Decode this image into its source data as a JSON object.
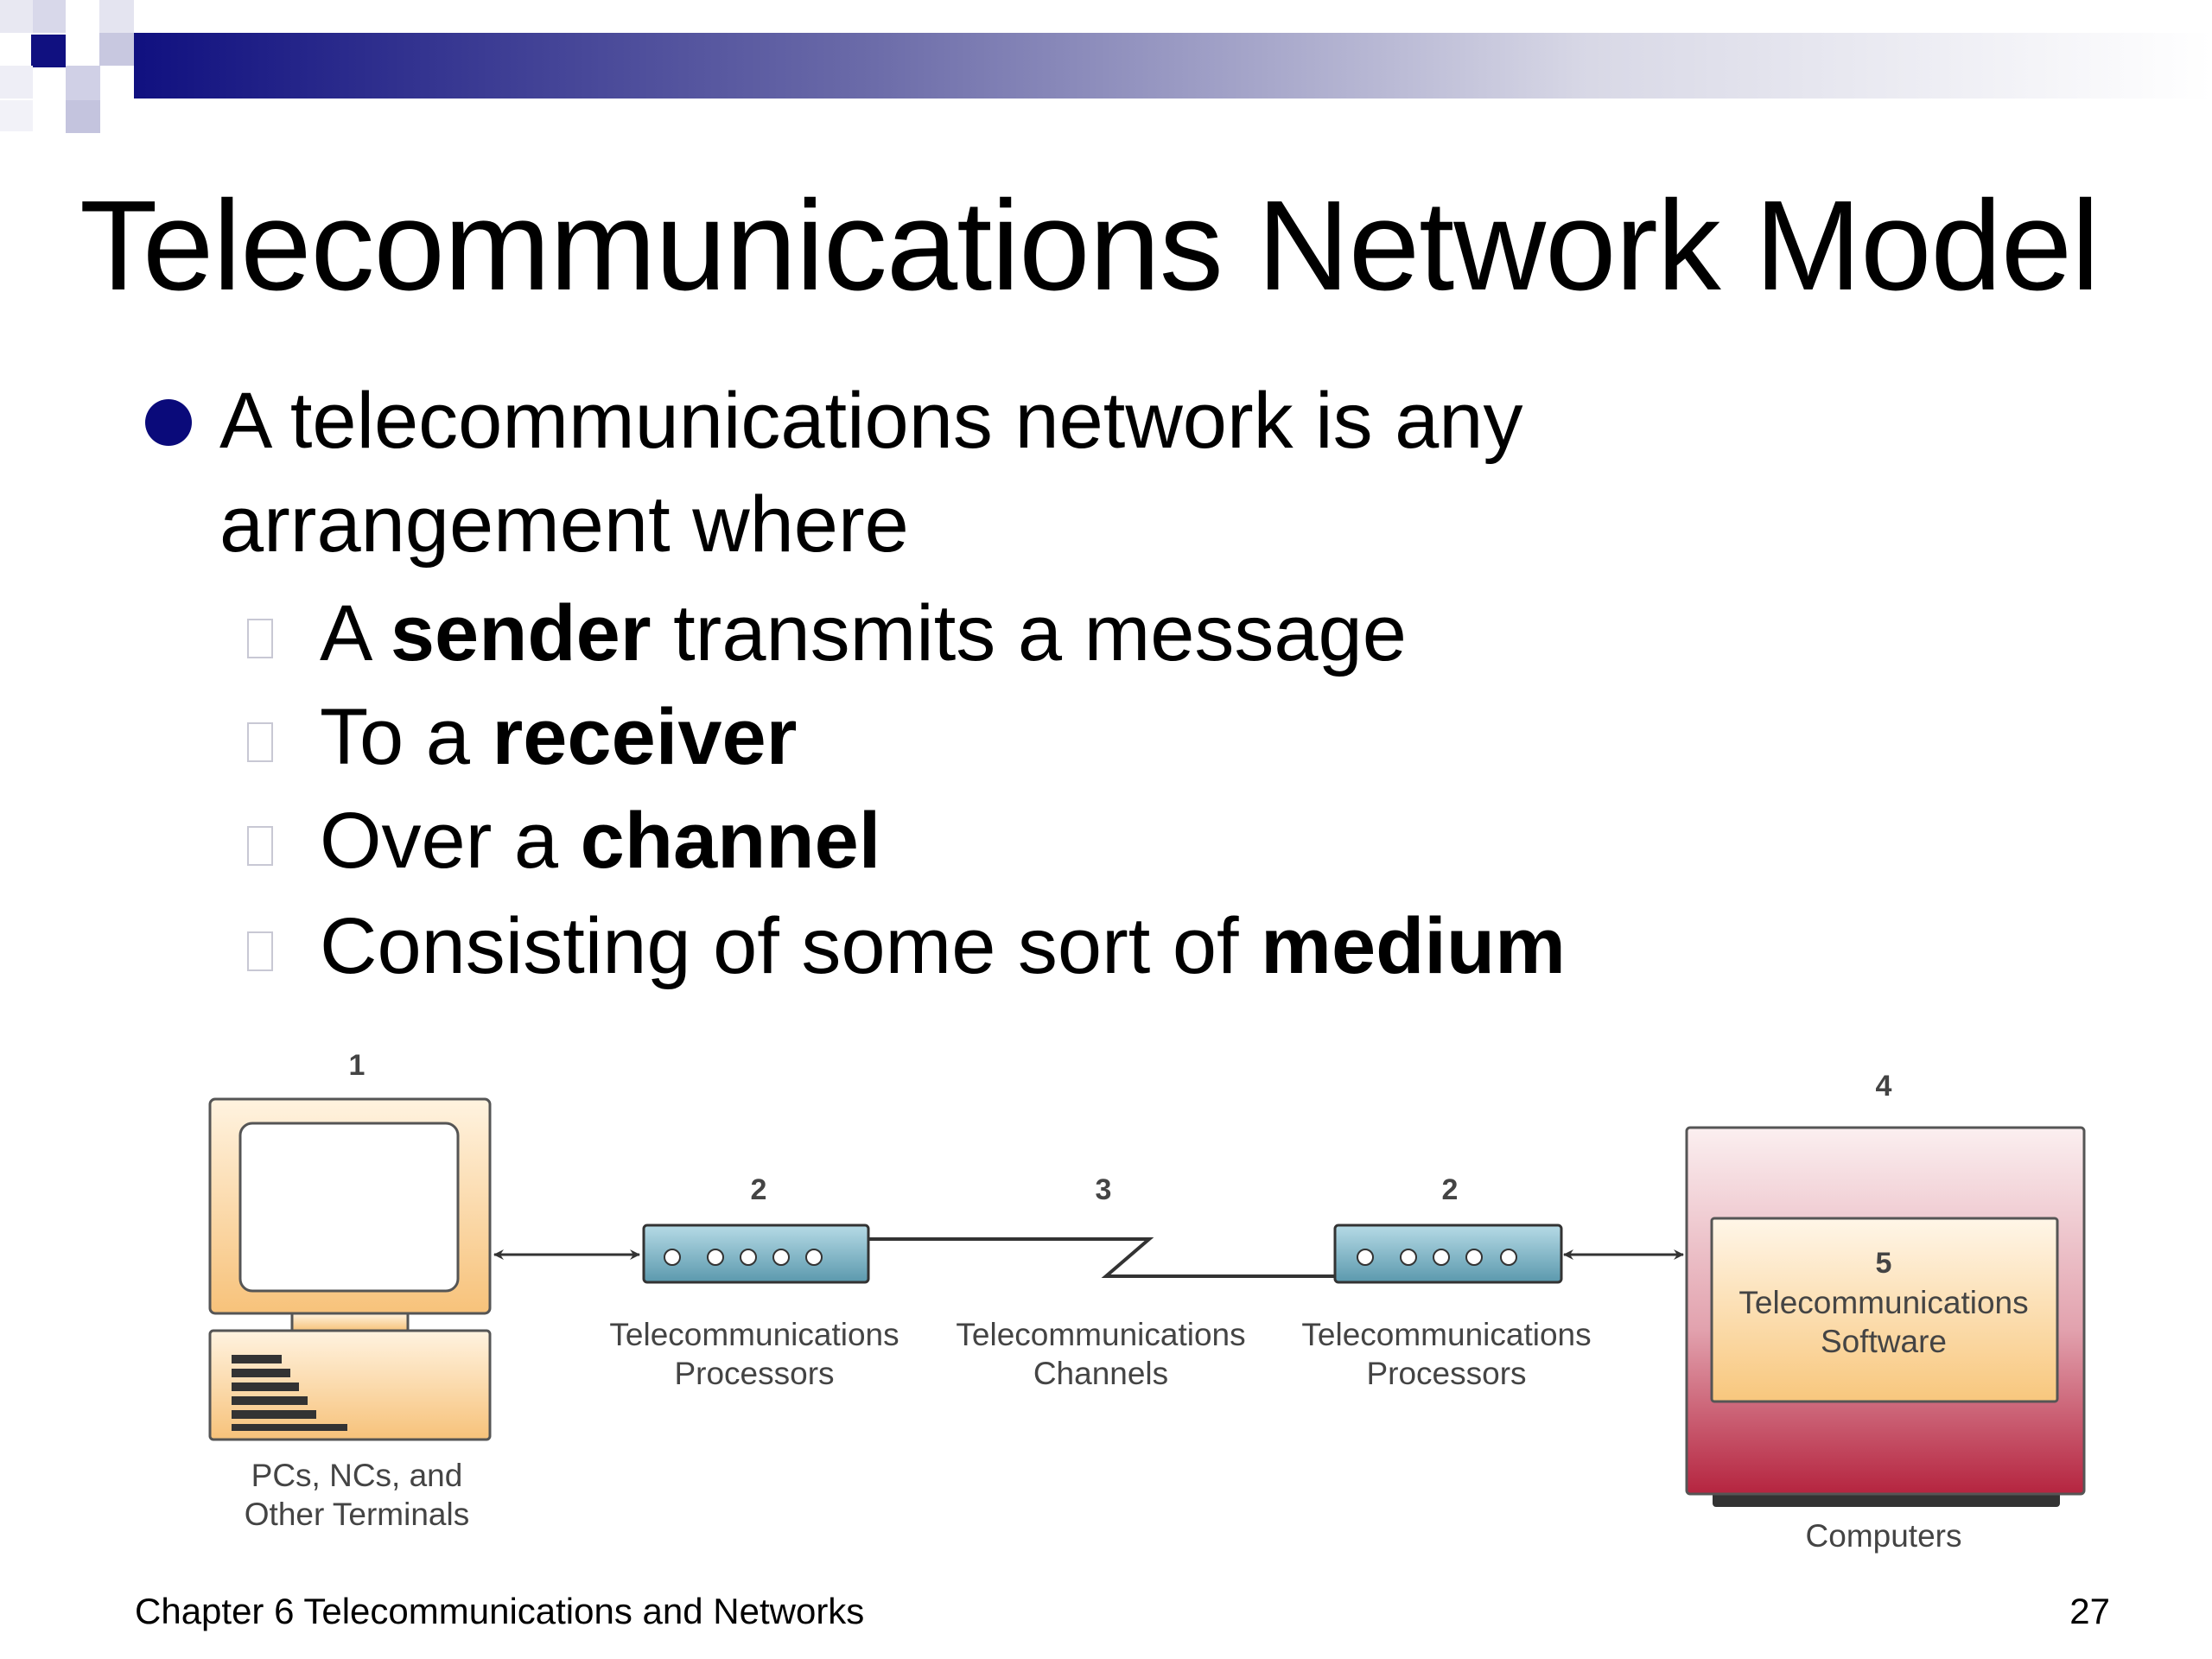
{
  "slide": {
    "title": "Telecommunications Network Model",
    "bullet": {
      "line1": "A telecommunications network is any",
      "line2": "arrangement where"
    },
    "subitems": [
      {
        "pre": "A ",
        "bold": "sender",
        "post": " transmits a message"
      },
      {
        "pre": "To a ",
        "bold": "receiver",
        "post": ""
      },
      {
        "pre": "Over a ",
        "bold": "channel",
        "post": ""
      },
      {
        "pre": "Consisting of some sort of ",
        "bold": "medium",
        "post": ""
      }
    ],
    "footer": {
      "chapter": "Chapter 6 Telecommunications and Networks",
      "page": "27"
    }
  },
  "diagram": {
    "terminal": {
      "number": "1",
      "label_line1": "PCs, NCs, and",
      "label_line2": "Other Terminals"
    },
    "processor_left": {
      "number": "2",
      "label_line1": "Telecommunications",
      "label_line2": "Processors"
    },
    "channel": {
      "number": "3",
      "label_line1": "Telecommunications",
      "label_line2": "Channels"
    },
    "processor_right": {
      "number": "2",
      "label_line1": "Telecommunications",
      "label_line2": "Processors"
    },
    "computer": {
      "number": "4",
      "label": "Computers"
    },
    "software": {
      "number": "5",
      "label_line1": "Telecommunications",
      "label_line2": "Software"
    }
  },
  "colors": {
    "banner_navy": "#101080",
    "bullet": "#0a0a7a",
    "terminal_fill_top": "#fff3e0",
    "terminal_fill_bottom": "#f7c27a",
    "processor_top": "#b6dbe6",
    "processor_bottom": "#5b99ad",
    "computer_top": "#fbeff0",
    "computer_bottom": "#b5243f",
    "software_top": "#fff6e8",
    "software_bottom": "#f8c77d"
  }
}
